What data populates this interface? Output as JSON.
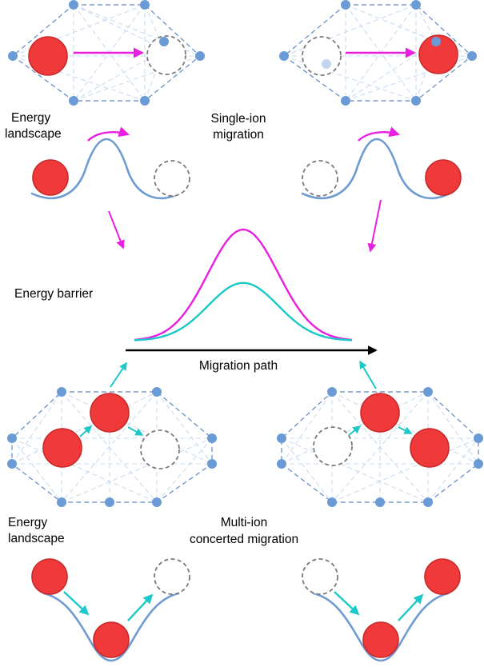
{
  "colors": {
    "ion_fill": "#f0393a",
    "ion_stroke": "#c72a2a",
    "site": "#6a9bd6",
    "site_light": "#c3d7ef",
    "lattice_edge": "#5f88c4",
    "lattice_edge_light": "#a9c3e4",
    "vacancy_stroke": "#7a7a7a",
    "well": "#6f9ad2",
    "single_ion_arrow": "#e81fe0",
    "multi_ion_arrow": "#1cc8c8",
    "single_ion_curve": "#e81fe0",
    "multi_ion_curve": "#1cc8c8",
    "axis": "#000000"
  },
  "labels": {
    "energy_landscape_top_line1": "Energy",
    "energy_landscape_top_line2": "landscape",
    "single_ion_line1": "Single-ion",
    "single_ion_line2": "migration",
    "energy_barrier": "Energy barrier",
    "migration_path": "Migration path",
    "energy_landscape_bottom_line1": "Energy",
    "energy_landscape_bottom_line2": "landscape",
    "multi_ion_line1": "Multi-ion",
    "multi_ion_line2": "concerted migration"
  },
  "icons": {
    "ion": "red-circle",
    "vacancy": "dashed-circle",
    "lattice_site": "blue-dot",
    "migration_arrow": "arrow"
  },
  "barriers": [
    {
      "mechanism": "single-ion",
      "relative_height": 1.0
    },
    {
      "mechanism": "multi-ion",
      "relative_height": 0.52
    }
  ]
}
